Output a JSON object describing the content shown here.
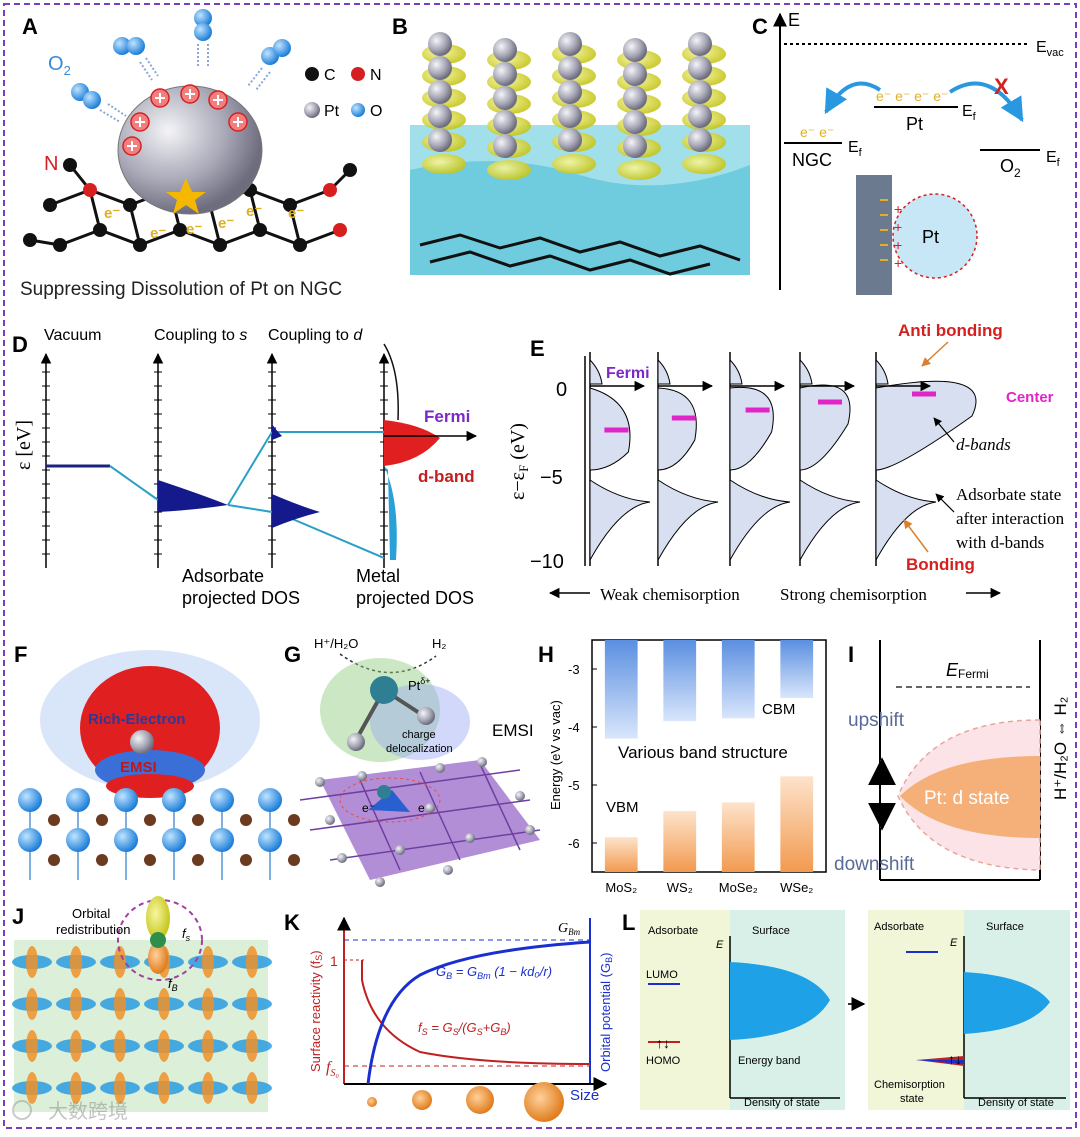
{
  "panels": {
    "A": {
      "letter": "A",
      "o2_label": "O",
      "o2_sub": "2",
      "n_label": "N",
      "legend_c": "C",
      "legend_n": "N",
      "legend_pt": "Pt",
      "legend_o": "O",
      "electron": "e",
      "electron_sup": "-",
      "caption": "Suppressing Dissolution of Pt on NGC"
    },
    "B": {
      "letter": "B"
    },
    "C": {
      "letter": "C",
      "e_axis": "E",
      "evac": "E",
      "evac_sub": "vac",
      "ef": "E",
      "ef_sub": "f",
      "ngc": "NGC",
      "pt": "Pt",
      "o2": "O",
      "o2_sub": "2",
      "electrons_ngc": "e⁻ e⁻",
      "electrons_pt": "e⁻ e⁻ e⁻ e⁻",
      "cross": "X",
      "pt_circle": "Pt"
    },
    "D": {
      "letter": "D",
      "vacuum": "Vacuum",
      "coupling_s": "Coupling to",
      "s": "s",
      "coupling_d": "Coupling to",
      "d": "d",
      "yaxis": "ε [eV]",
      "fermi": "Fermi",
      "dband": "d-band",
      "adsorbate_1": "Adsorbate",
      "adsorbate_2": "projected DOS",
      "metal_1": "Metal",
      "metal_2": "projected DOS"
    },
    "E": {
      "letter": "E",
      "anti_bonding": "Anti bonding",
      "fermi": "Fermi",
      "center": "Center",
      "dbands": "d-bands",
      "adsorbate_1": "Adsorbate state",
      "adsorbate_2": "after interaction",
      "adsorbate_3": "with d-bands",
      "bonding": "Bonding",
      "yaxis": "ε−ε",
      "yaxis_sub": "F",
      "yaxis_unit": " (eV)",
      "ticks": [
        "0",
        "−5",
        "−10"
      ],
      "weak": "Weak chemisorption",
      "strong": "Strong chemisorption"
    },
    "F": {
      "letter": "F",
      "rich_electron": "Rich-Electron",
      "emsi": "EMSI"
    },
    "G": {
      "letter": "G",
      "h_h2o": "H⁺/H₂O",
      "h2": "H₂",
      "pt": "Pt",
      "pt_sup": "δ+",
      "charge_1": "charge",
      "charge_2": "delocalization",
      "emsi": "EMSI",
      "electron": "e⁻"
    },
    "H": {
      "letter": "H",
      "ylabel": "Energy (eV vs vac)",
      "cbm": "CBM",
      "vbm": "VBM",
      "middle": "Various band structure"
    },
    "I": {
      "letter": "I",
      "efermi": "E",
      "efermi_sub": "Fermi",
      "upshift": "upshift",
      "downshift": "downshift",
      "pt_d": "Pt: d state",
      "side": "H⁺/H₂O ⇔ H₂"
    },
    "J": {
      "letter": "J",
      "orbital_1": "Orbital",
      "orbital_2": "redistribution",
      "fs": "f",
      "fs_sub": "s",
      "fb": "f",
      "fb_sub": "B"
    },
    "K": {
      "letter": "K",
      "ylabel_left": "Surface reactivity (f",
      "ylabel_left_sub": "S",
      "ylabel_left_end": ")",
      "ylabel_right": "Orbital potential (G",
      "ylabel_right_sub": "B",
      "ylabel_right_end": ")",
      "gbm": "G",
      "gbm_sub": "Bm",
      "one": "1",
      "fs0": "f",
      "fs0_sub": "S₀",
      "size": "Size",
      "eq_gb": "G",
      "eq_fs": "f"
    },
    "L": {
      "letter": "L",
      "adsorbate": "Adsorbate",
      "surface": "Surface",
      "e": "E",
      "lumo": "LUMO",
      "homo": "HOMO",
      "energy_band": "Energy band",
      "dos": "Density of state",
      "adsorbate_r": "Adsorbate",
      "surface_r": "Surface",
      "e_r": "E",
      "chemi_1": "Chemisorption",
      "chemi_2": "state",
      "dos_r": "Density of state"
    }
  },
  "chart_data": {
    "type": "bar",
    "categories": [
      "MoS₂",
      "WS₂",
      "MoSe₂",
      "WSe₂"
    ],
    "ylim": [
      -6.5,
      -2.5
    ],
    "yticks": [
      "-3",
      "-4",
      "-5",
      "-6"
    ],
    "series": [
      {
        "name": "CBM",
        "values": [
          -4.2,
          -3.9,
          -3.85,
          -3.5
        ]
      },
      {
        "name": "VBM",
        "values": [
          -5.9,
          -5.45,
          -5.3,
          -4.85
        ]
      }
    ],
    "colors": {
      "cbm": "#5b8fe0",
      "vbm": "#f29a50"
    }
  },
  "watermark": "大数跨境",
  "colors": {
    "frame": "#7a3fbf",
    "accent_red": "#d6282b",
    "accent_purple": "#7b2ac7",
    "magenta": "#e025c8"
  }
}
